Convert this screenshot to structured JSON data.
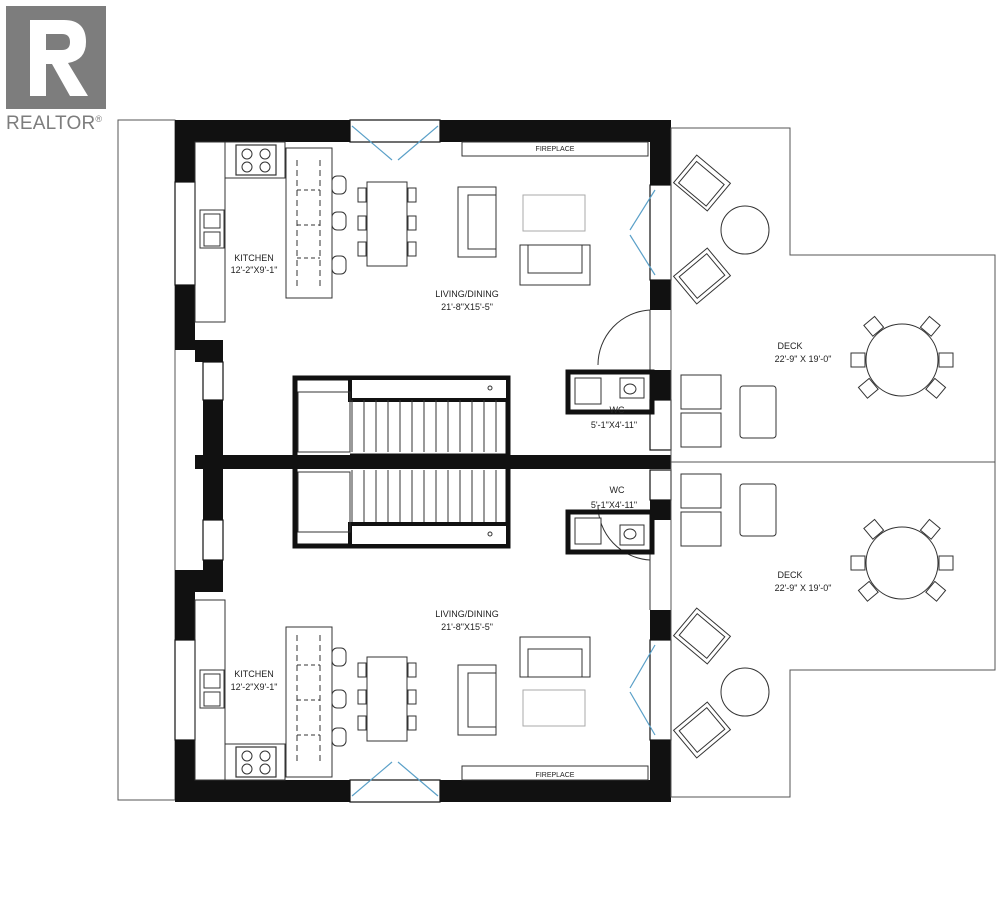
{
  "brand": {
    "name": "REALTOR",
    "mark": "®"
  },
  "rooms": {
    "upper": {
      "kitchen_label": "KITCHEN",
      "kitchen_dims": "12'-2\"X9'-1\"",
      "living_label": "LIVING/DINING",
      "living_dims": "21'-8\"X15'-5\"",
      "wc_label": "WC",
      "wc_dims": "5'-1\"X4'-11\"",
      "deck_label": "DECK",
      "deck_dims": "22'-9\" X 19'-0\"",
      "fireplace_label": "FIREPLACE"
    },
    "lower": {
      "kitchen_label": "KITCHEN",
      "kitchen_dims": "12'-2\"X9'-1\"",
      "living_label": "LIVING/DINING",
      "living_dims": "21'-8\"X15'-5\"",
      "wc_label": "WC",
      "wc_dims": "5'-1\"X4'-11\"",
      "deck_label": "DECK",
      "deck_dims": "22'-9\" X 19'-0\"",
      "fireplace_label": "FIREPLACE"
    }
  },
  "colors": {
    "wall": "#111111",
    "window": "#5aa0c8",
    "line": "#333333"
  }
}
